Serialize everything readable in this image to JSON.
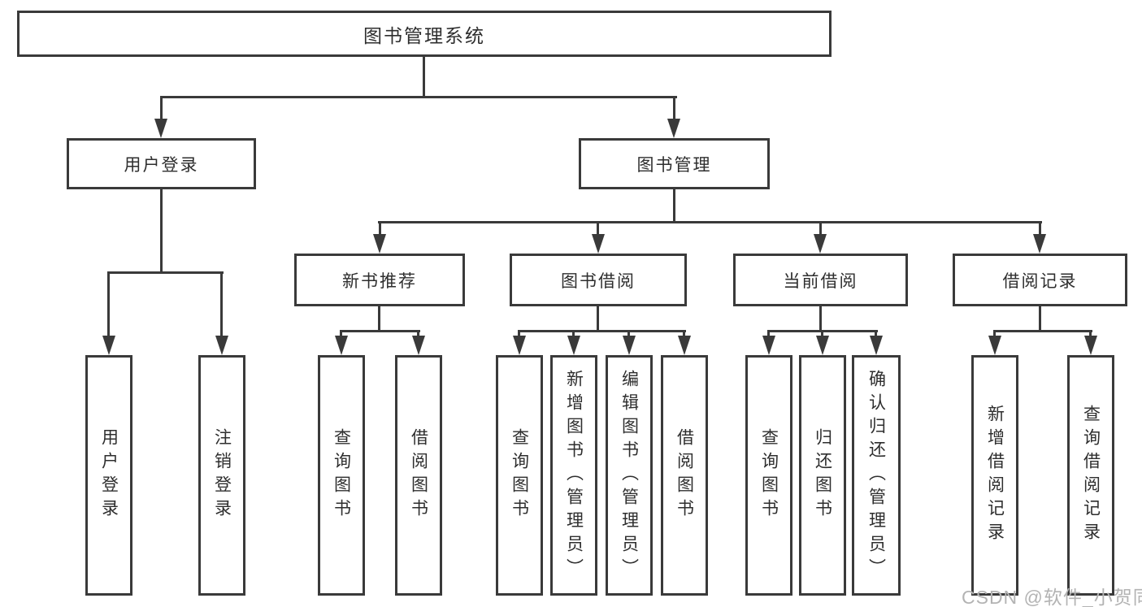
{
  "tree": {
    "label": "图书管理系统",
    "children": [
      {
        "label": "用户登录",
        "children": [
          {
            "label": "用户登录"
          },
          {
            "label": "注销登录"
          }
        ]
      },
      {
        "label": "图书管理",
        "children": [
          {
            "label": "新书推荐",
            "children": [
              {
                "label": "查询图书"
              },
              {
                "label": "借阅图书"
              }
            ]
          },
          {
            "label": "图书借阅",
            "children": [
              {
                "label": "查询图书"
              },
              {
                "label": "新增图书（管理员）"
              },
              {
                "label": "编辑图书（管理员）"
              },
              {
                "label": "借阅图书"
              }
            ]
          },
          {
            "label": "当前借阅",
            "children": [
              {
                "label": "查询图书"
              },
              {
                "label": "归还图书"
              },
              {
                "label": "确认归还（管理员）"
              }
            ]
          },
          {
            "label": "借阅记录",
            "children": [
              {
                "label": "新增借阅记录"
              },
              {
                "label": "查询借阅记录"
              }
            ]
          }
        ]
      }
    ]
  },
  "watermark": "CSDN @软件_小贺同学",
  "colors": {
    "line": "#3a3a3a",
    "text": "#2e2e2e",
    "watermark": "#b3b3b3",
    "background": "#ffffff"
  }
}
